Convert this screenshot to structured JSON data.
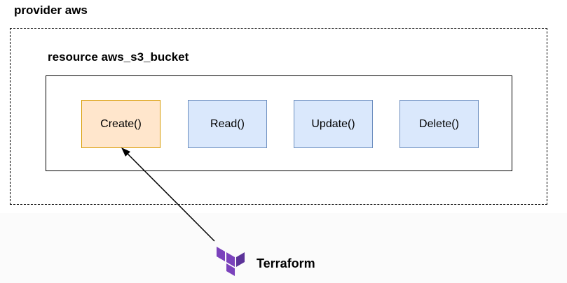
{
  "provider": {
    "label": "provider aws"
  },
  "resource": {
    "label": "resource aws_s3_bucket",
    "methods": [
      {
        "label": "Create()",
        "highlighted": true
      },
      {
        "label": "Read()",
        "highlighted": false
      },
      {
        "label": "Update()",
        "highlighted": false
      },
      {
        "label": "Delete()",
        "highlighted": false
      }
    ]
  },
  "client": {
    "label": "Terraform",
    "icon": "terraform-logo-icon"
  },
  "colors": {
    "highlight_fill": "#ffe6cc",
    "highlight_border": "#d79b00",
    "method_fill": "#dae8fc",
    "method_border": "#6c8ebf",
    "terraform_purple": "#7b42bc"
  }
}
